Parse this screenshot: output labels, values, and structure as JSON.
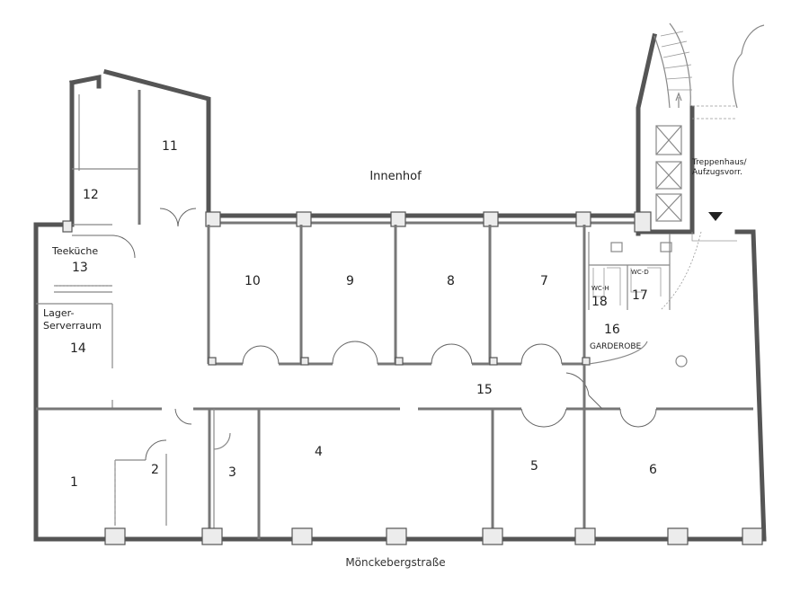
{
  "labels": {
    "innenhof": "Innenhof",
    "street": "Mönckebergstraße",
    "treppenhaus_1": "Treppenhaus/",
    "treppenhaus_2": "Aufzugsvorr.",
    "teekueche": "Teeküche",
    "lager_1": "Lager-",
    "lager_2": "Serverraum",
    "garderobe": "GARDEROBE",
    "wc_h": "WC-H",
    "wc_d": "WC-D"
  },
  "rooms": {
    "r1": "1",
    "r2": "2",
    "r3": "3",
    "r4": "4",
    "r5": "5",
    "r6": "6",
    "r7": "7",
    "r8": "8",
    "r9": "9",
    "r10": "10",
    "r11": "11",
    "r12": "12",
    "r13": "13",
    "r14": "14",
    "r15": "15",
    "r16": "16",
    "r17": "17",
    "r18": "18"
  }
}
